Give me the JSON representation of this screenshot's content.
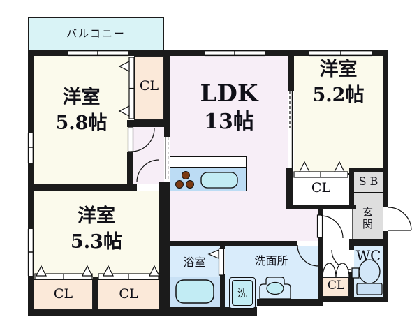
{
  "title": "apartment-floor-plan",
  "labels": {
    "balcony": "バルコニー",
    "closet": "CL",
    "shoe_box": "S B",
    "entrance": "玄関",
    "toilet_room": "WC",
    "bathroom": "浴室",
    "washroom": "洗面所",
    "washing_machine": "洗"
  },
  "rooms": {
    "bedroom1": {
      "name": "洋室",
      "size": "5.8帖"
    },
    "ldk": {
      "name": "LDK",
      "size": "13帖"
    },
    "bedroom2": {
      "name": "洋室",
      "size": "5.2帖"
    },
    "bedroom3": {
      "name": "洋室",
      "size": "5.3帖"
    }
  },
  "colors": {
    "wall": "#1b1b1b",
    "bedroom_floor": "#fbfaec",
    "ldk_floor": "#f7eef7",
    "closet_floor": "#fbe9d9",
    "balcony_floor": "#d9f3f6",
    "wet_area_floor": "#d9ecfb",
    "bath_lower_floor": "#c9e1f5",
    "entrance_floor": "#dedede",
    "fixture_cyan": "#c2ecf4",
    "counter_blue": "#bcdcf4",
    "burner_brown": "#7b3a12"
  }
}
